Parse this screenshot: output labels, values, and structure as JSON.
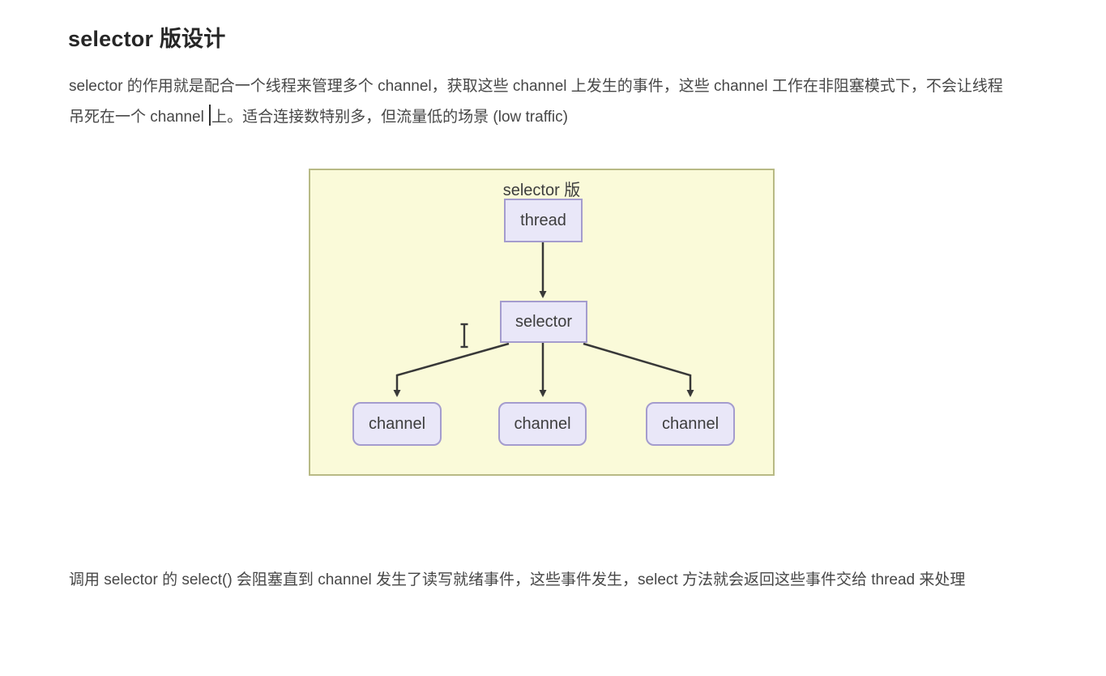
{
  "page": {
    "heading": "selector 版设计",
    "paragraph1_before_caret": "selector 的作用就是配合一个线程来管理多个 channel，获取这些 channel 上发生的事件，这些 channel 工作在非阻塞模式下，不会让线程吊死在一个 channel ",
    "paragraph1_after_caret": "上。适合连接数特别多，但流量低的场景 (low traffic)",
    "paragraph2": "调用 selector 的 select() 会阻塞直到 channel 发生了读写就绪事件，这些事件发生，select 方法就会返回这些事件交给 thread 来处理"
  },
  "diagram": {
    "title": "selector 版",
    "thread_node": {
      "label": "thread"
    },
    "selector_node": {
      "label": "selector"
    },
    "channels": [
      {
        "label": "channel"
      },
      {
        "label": "channel"
      },
      {
        "label": "channel"
      }
    ],
    "colors": {
      "panel_background": "#fafad9",
      "panel_border": "#b8ba85",
      "node_fill": "#e9e7f8",
      "node_border": "#a49cce",
      "arrow": "#383838",
      "text": "#3d3d3d"
    }
  }
}
